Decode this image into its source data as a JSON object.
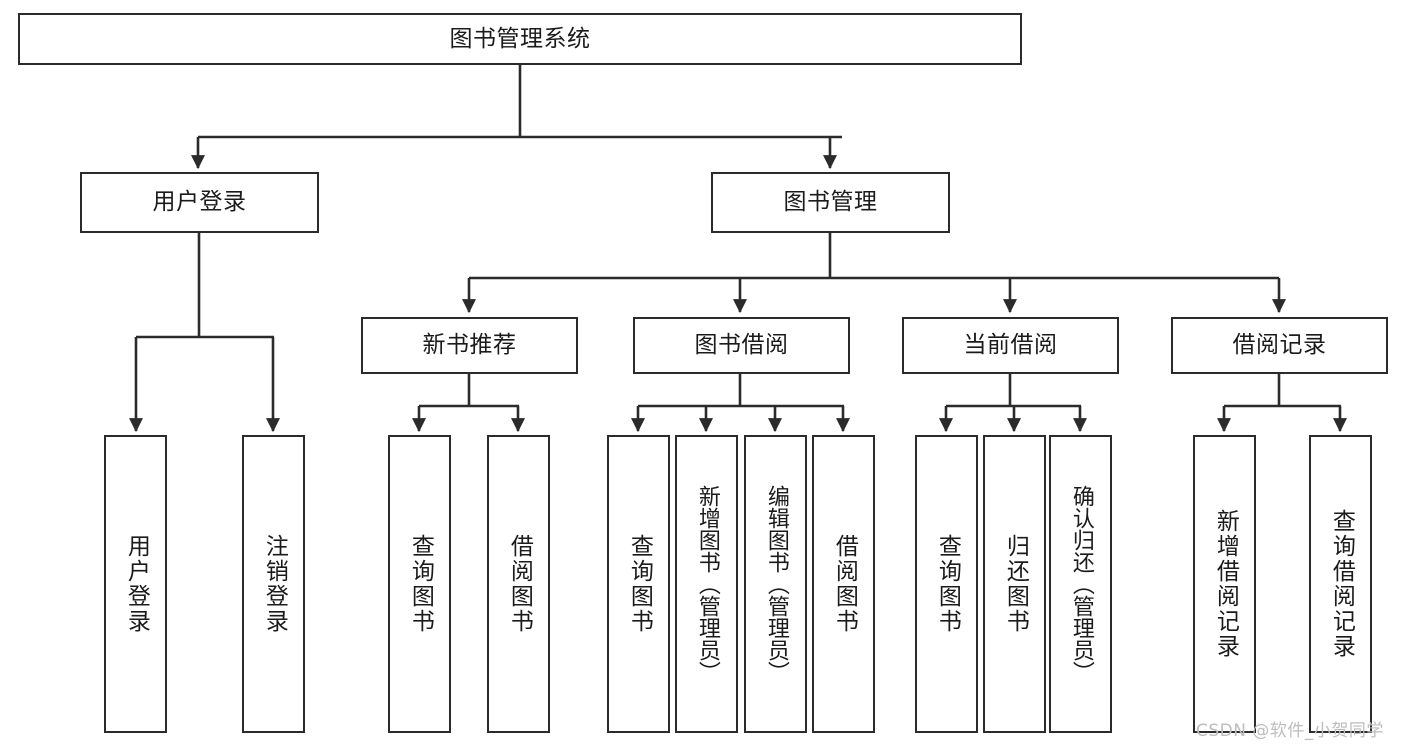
{
  "diagram": {
    "type": "tree",
    "title": "图书管理系统",
    "orientation": "top-down",
    "colors": {
      "stroke": "#2b2b2b",
      "fill": "#ffffff",
      "text": "#1b1b1b",
      "watermark": "#bdbdbd"
    }
  },
  "root": {
    "label": "图书管理系统"
  },
  "level2": {
    "user_login": {
      "label": "用户登录"
    },
    "book_manage": {
      "label": "图书管理"
    }
  },
  "level3": {
    "new_book_recommend": {
      "label": "新书推荐"
    },
    "book_borrow": {
      "label": "图书借阅"
    },
    "current_borrow": {
      "label": "当前借阅"
    },
    "borrow_record": {
      "label": "借阅记录"
    }
  },
  "leaves": {
    "user_login": [
      {
        "label": "用户登录"
      },
      {
        "label": "注销登录"
      }
    ],
    "new_book_recommend": [
      {
        "label": "查询图书"
      },
      {
        "label": "借阅图书"
      }
    ],
    "book_borrow": [
      {
        "label": "查询图书"
      },
      {
        "label": "新增图书（管理员）"
      },
      {
        "label": "编辑图书（管理员）"
      },
      {
        "label": "借阅图书"
      }
    ],
    "current_borrow": [
      {
        "label": "查询图书"
      },
      {
        "label": "归还图书"
      },
      {
        "label": "确认归还（管理员）"
      }
    ],
    "borrow_record": [
      {
        "label": "新增借阅记录"
      },
      {
        "label": "查询借阅记录"
      }
    ]
  },
  "watermark": {
    "text": "CSDN @软件_小贺同学"
  }
}
